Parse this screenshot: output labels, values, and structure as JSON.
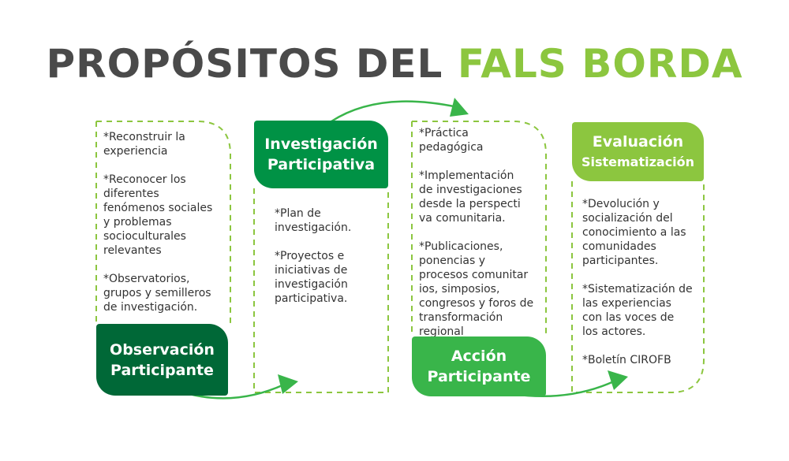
{
  "title": {
    "part1": "PROPÓSITOS DEL ",
    "part2": "FALS BORDA"
  },
  "stages": [
    {
      "label_line1": "Observación",
      "label_line2": "Participante",
      "items": [
        "*Reconstruir la\n experiencia",
        "*Reconocer los\ndiferentes\nfenómenos sociales\ny problemas\nsocioculturales\nrelevantes",
        "*Observatorios,\ngrupos y semilleros\nde investigación."
      ]
    },
    {
      "label_line1": "Investigación",
      "label_line2": "Participativa",
      "items": [
        "*Plan de\n investigación.",
        "*Proyectos e\niniciativas de\ninvestigación\nparticipativa."
      ]
    },
    {
      "label_line1": "Acción",
      "label_line2": "Participante",
      "items": [
        "*Práctica\npedagógica",
        "*Implementación\nde investigaciones\ndesde la perspecti\nva comunitaria.",
        "*Publicaciones,\nponencias y\nprocesos comunitar\nios, simposios,\ncongresos y foros de\ntransformación\nregional"
      ]
    },
    {
      "label_line1": "Evaluación",
      "label_line2": "Sistematización",
      "items": [
        "*Devolución y\n socialización del\nconocimiento a las\ncomunidades\nparticipantes.",
        "*Sistematización de\nlas experiencias\ncon las voces de\nlos actores.",
        "*Boletín  CIROFB"
      ]
    }
  ],
  "colors": {
    "title_dark": "#4a4a4a",
    "title_accent": "#8cc63f",
    "stage1": "#006837",
    "stage2": "#009245",
    "stage3": "#39b54a",
    "stage4": "#8cc63f",
    "dashed": "#8cc63f",
    "arrow": "#39b54a"
  }
}
